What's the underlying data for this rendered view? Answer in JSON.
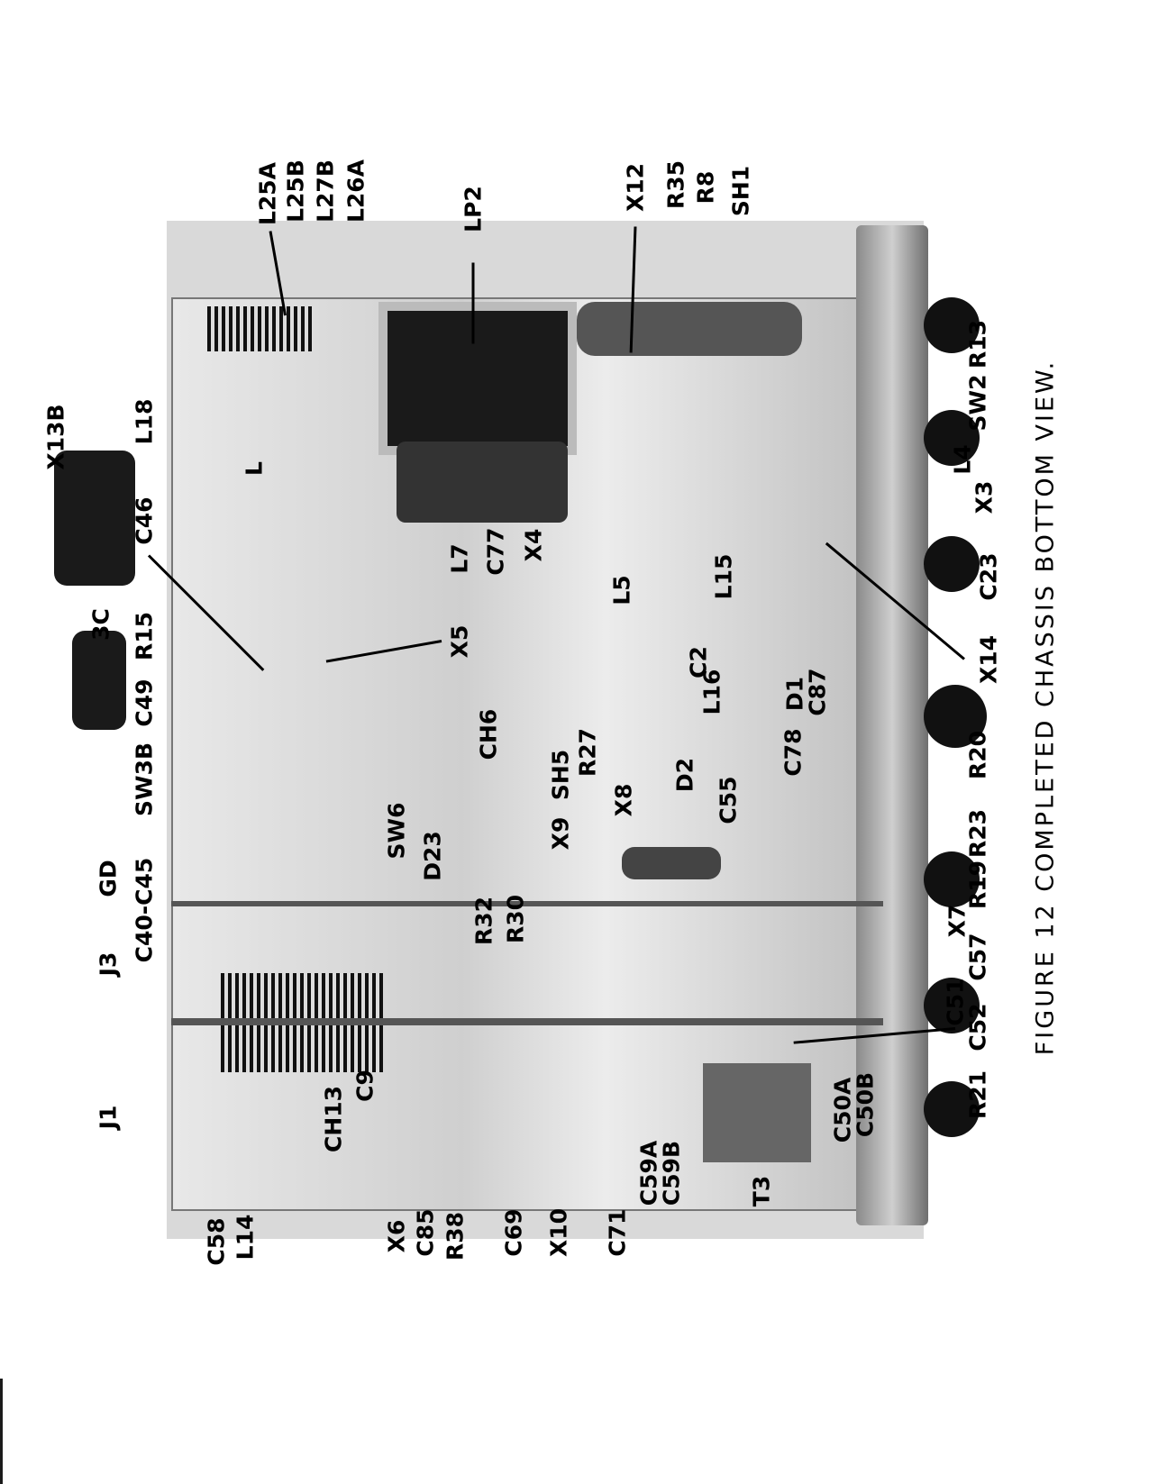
{
  "caption": "FIGURE 12   COMPLETED CHASSIS BOTTOM VIEW.",
  "labels": [
    "L25A",
    "L25B",
    "L27B",
    "L26A",
    "LP2",
    "X12",
    "R35",
    "R8",
    "SH1",
    "X13B",
    "L18",
    "C46",
    "3C",
    "R15",
    "C49",
    "SW3B",
    "GD",
    "C40-C45",
    "J3",
    "J1",
    "C58",
    "L14",
    "L",
    "X5",
    "L7",
    "C77",
    "X4",
    "CH6",
    "SW6",
    "D23",
    "X9",
    "SH5",
    "R27",
    "R32",
    "R30",
    "X8",
    "D2",
    "C55",
    "C78",
    "L5",
    "L15",
    "C2",
    "L16",
    "D1",
    "C87",
    "X14",
    "C23",
    "X3",
    "L4",
    "SW2",
    "R13",
    "R20",
    "R23",
    "R19",
    "X7",
    "C57",
    "C51",
    "C52",
    "R21",
    "C50A",
    "C50B",
    "CH13",
    "C9",
    "X6",
    "C85",
    "R38",
    "C69",
    "X10",
    "C71",
    "C59A",
    "C59B",
    "T3"
  ]
}
